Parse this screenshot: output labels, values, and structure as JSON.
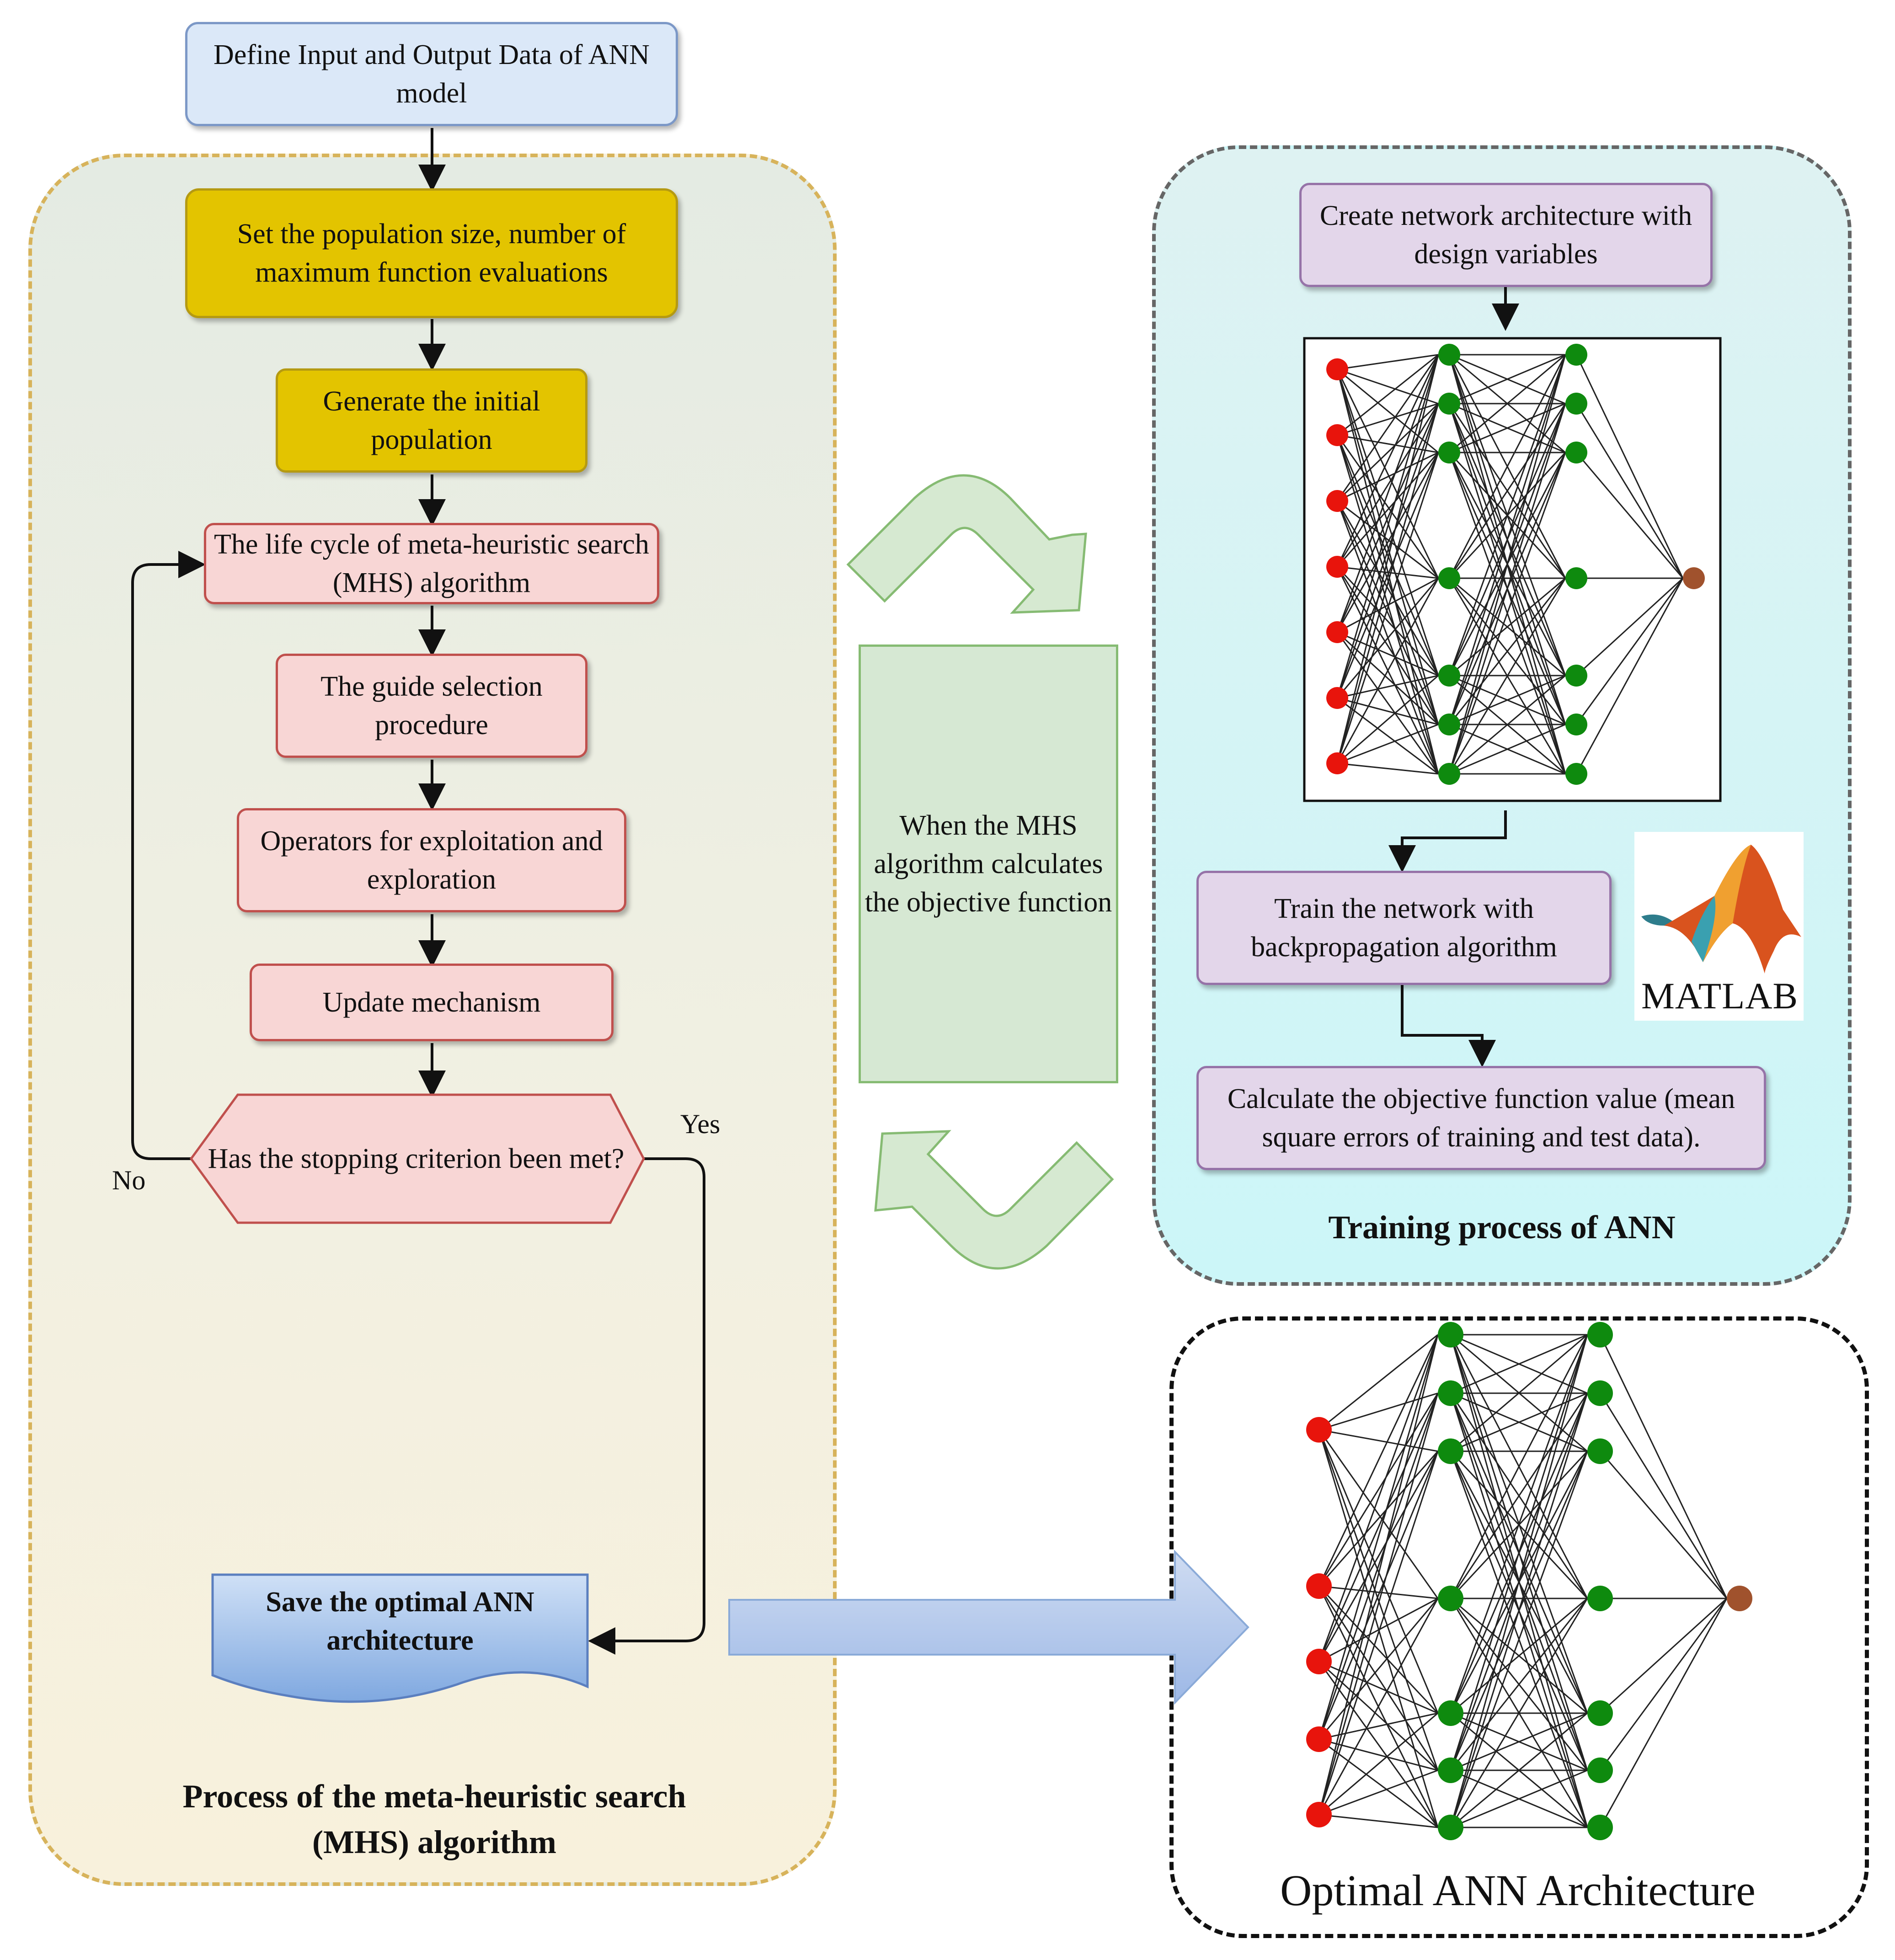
{
  "flowchart": {
    "define_io": "Define Input and Output Data of ANN model",
    "set_population": "Set the population size, number of maximum function evaluations",
    "generate_population": "Generate the initial population",
    "life_cycle": "The life cycle of  meta-heuristic search (MHS) algorithm",
    "guide_selection": "The guide selection procedure",
    "operators": "Operators for exploitation and exploration",
    "update": "Update mechanism",
    "stopping": "Has the stopping criterion been met?",
    "no_label": "No",
    "yes_label": "Yes",
    "save": "Save the optimal ANN architecture",
    "panel_title": "Process of the meta-heuristic search (MHS) algorithm"
  },
  "middle": {
    "note": "When the MHS algorithm calculates the objective function"
  },
  "training": {
    "create": "Create network architecture with design variables",
    "train": "Train the network with backpropagation algorithm",
    "calculate": "Calculate the objective function value (mean square errors of training and test data).",
    "panel_title": "Training process of ANN",
    "logo_text": "MATLAB"
  },
  "optimal": {
    "title": "Optimal ANN Architecture"
  },
  "colors": {
    "input_node": "#e8140c",
    "hidden_node": "#0e8a0e",
    "output_node": "#a0522d"
  }
}
